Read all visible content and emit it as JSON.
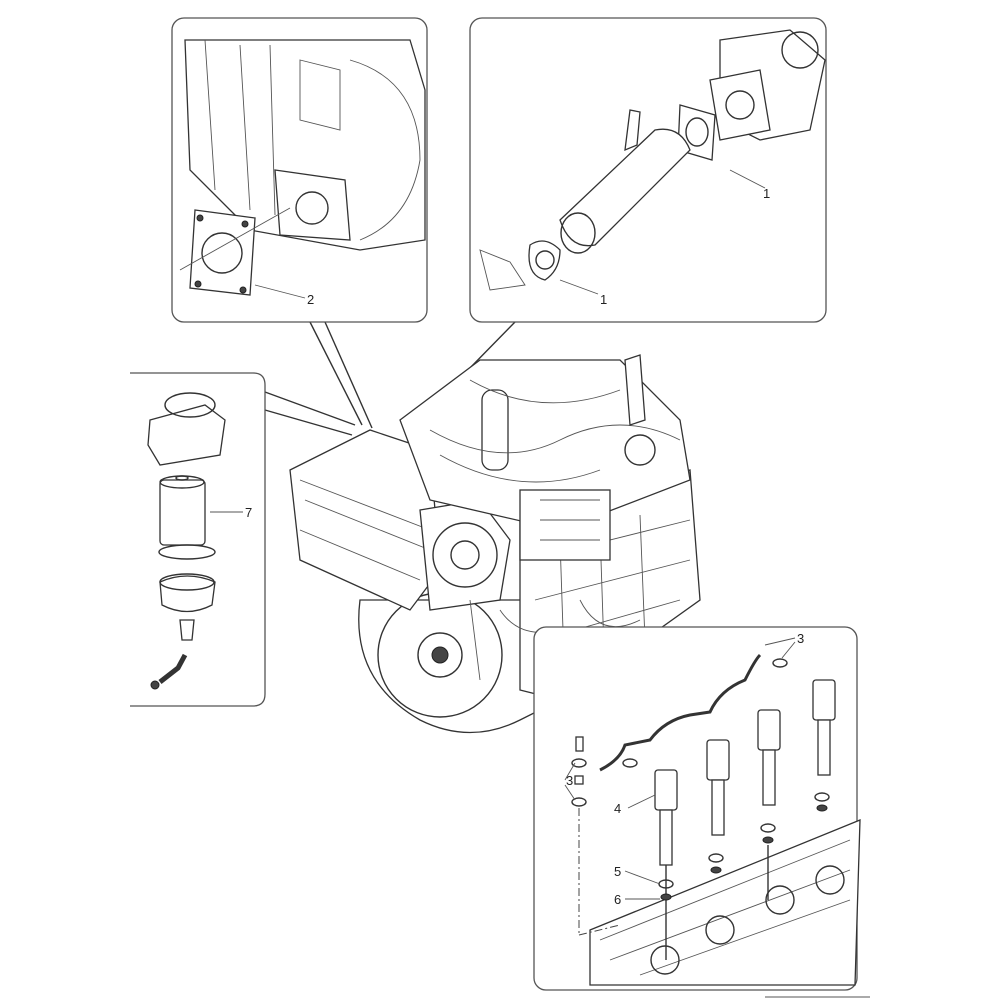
{
  "diagram": {
    "callouts": {
      "egr_pipe_upper": "1",
      "egr_pipe_lower": "1",
      "exhaust_gasket": "2",
      "injector_seal_right": "3",
      "injector_seal_left": "3",
      "injector": "4",
      "injector_ring": "5",
      "injector_washer": "6",
      "fuel_filter": "7"
    }
  }
}
